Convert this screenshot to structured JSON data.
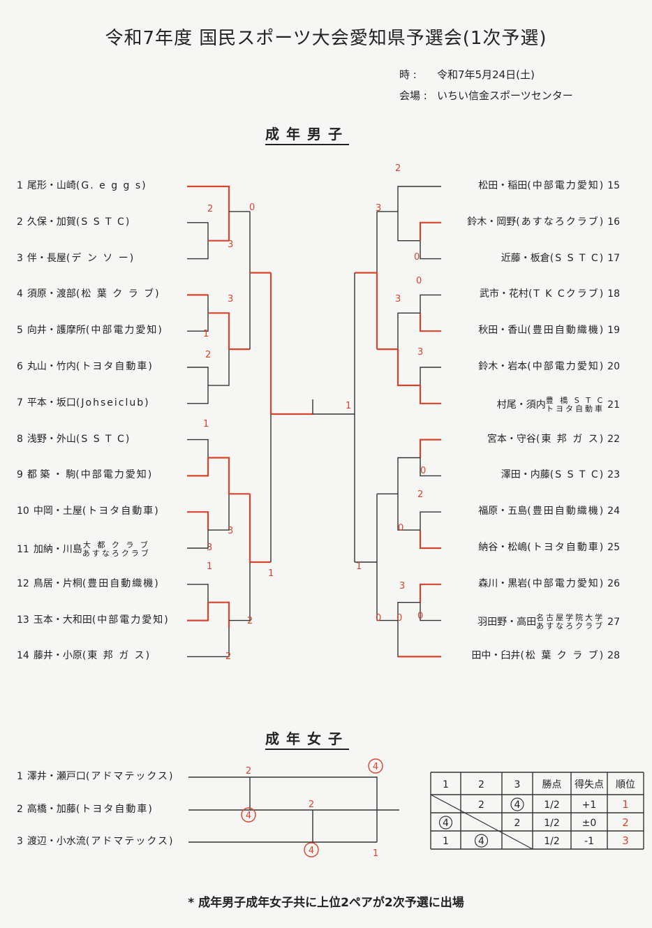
{
  "title": "令和7年度 国民スポーツ大会愛知県予選会(1次予選)",
  "meta": [
    {
      "label": "時 :",
      "value": "令和7年5月24日(土)"
    },
    {
      "label": "会場 :",
      "value": "いちい信金スポーツセンター"
    }
  ],
  "men": {
    "heading": "成年男子",
    "left": [
      {
        "num": "1",
        "names": "尾形・山崎",
        "club": "(G. e g g s)"
      },
      {
        "num": "2",
        "names": "久保・加賀",
        "club": "(S S T C)"
      },
      {
        "num": "3",
        "names": "伴・長屋",
        "club": "(デ ン ソ ー)"
      },
      {
        "num": "4",
        "names": "須原・渡部",
        "club": "(松 葉 ク ラ ブ)"
      },
      {
        "num": "5",
        "names": "向井・護摩所",
        "club": "(中部電力愛知)"
      },
      {
        "num": "6",
        "names": "丸山・竹内",
        "club": "(トヨタ自動車)"
      },
      {
        "num": "7",
        "names": "平本・坂口",
        "club": "(Johseiclub)"
      },
      {
        "num": "8",
        "names": "浅野・外山",
        "club": "(S S T C)"
      },
      {
        "num": "9",
        "names": "都 築 ・ 駒",
        "club": "(中部電力愛知)"
      },
      {
        "num": "10",
        "names": "中岡・土屋",
        "club": "(トヨタ自動車)"
      },
      {
        "num": "11",
        "names": "加納・川島",
        "club": "",
        "club_lines": [
          "大 都 ク ラ ブ",
          "あすなろクラブ"
        ]
      },
      {
        "num": "12",
        "names": "鳥居・片桐",
        "club": "(豊田自動織機)"
      },
      {
        "num": "13",
        "names": "玉本・大和田",
        "club": "(中部電力愛知)"
      },
      {
        "num": "14",
        "names": "藤井・小原",
        "club": "(東 邦 ガ ス)"
      }
    ],
    "right": [
      {
        "num": "15",
        "names": "松田・稲田",
        "club": "(中部電力愛知)"
      },
      {
        "num": "16",
        "names": "鈴木・岡野",
        "club": "(あすなろクラブ)"
      },
      {
        "num": "17",
        "names": "近藤・板倉",
        "club": "(S S T C)"
      },
      {
        "num": "18",
        "names": "武市・花村",
        "club": "(T K Cクラブ)"
      },
      {
        "num": "19",
        "names": "秋田・香山",
        "club": "(豊田自動織機)"
      },
      {
        "num": "20",
        "names": "鈴木・岩本",
        "club": "(中部電力愛知)"
      },
      {
        "num": "21",
        "names": "村尾・須内",
        "club": "",
        "club_lines": [
          "豊 橋 S T C",
          "トヨタ自動車"
        ]
      },
      {
        "num": "22",
        "names": "宮本・守谷",
        "club": "(東 邦 ガ ス)"
      },
      {
        "num": "23",
        "names": "澤田・内藤",
        "club": "(S S T C)"
      },
      {
        "num": "24",
        "names": "福原・五島",
        "club": "(豊田自動織機)"
      },
      {
        "num": "25",
        "names": "納谷・松嶋",
        "club": "(トヨタ自動車)"
      },
      {
        "num": "26",
        "names": "森川・黒岩",
        "club": "(中部電力愛知)"
      },
      {
        "num": "27",
        "names": "羽田野・高田",
        "club": "",
        "club_lines": [
          "名古屋学院大学",
          "あすなろクラブ"
        ]
      },
      {
        "num": "28",
        "names": "田中・臼井",
        "club": "(松 葉 ク ラ ブ)"
      }
    ],
    "scores": [
      "2",
      "3",
      "0",
      "3",
      "1",
      "2",
      "2",
      "3",
      "0",
      "0",
      "3",
      "3",
      "1",
      "3",
      "3",
      "1",
      "1",
      "2",
      "2",
      "1",
      "0",
      "2",
      "0",
      "0",
      "0",
      "0",
      "1",
      "3"
    ]
  },
  "women": {
    "heading": "成年女子",
    "entries": [
      {
        "num": "1",
        "names": "澤井・瀬戸口",
        "club": "(アドマテックス)"
      },
      {
        "num": "2",
        "names": "高橋・加藤",
        "club": "(トヨタ自動車)"
      },
      {
        "num": "3",
        "names": "渡辺・小水流",
        "club": "(アドマテックス)"
      }
    ],
    "scores": [
      "2",
      "4",
      "4",
      "2",
      "4",
      "1"
    ],
    "table": {
      "headers": [
        "1",
        "2",
        "3",
        "勝点",
        "得失点",
        "順位"
      ],
      "rows": [
        [
          "",
          "2",
          "4",
          "1/2",
          "+1",
          "1"
        ],
        [
          "4",
          "",
          "2",
          "1/2",
          "±0",
          "2"
        ],
        [
          "1",
          "4",
          "",
          "1/2",
          "-1",
          "3"
        ]
      ]
    }
  },
  "footnote": "* 成年男子成年女子共に上位2ペアが2次予選に出場"
}
